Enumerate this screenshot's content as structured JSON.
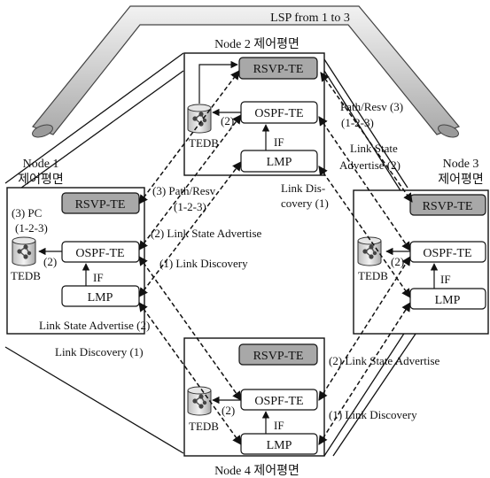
{
  "lsp_label": "LSP from 1 to 3",
  "nodes": {
    "n1": {
      "title_line1": "Node 1",
      "title_line2": "제어평면",
      "rsvp": "RSVP-TE",
      "ospf": "OSPF-TE",
      "lmp": "LMP",
      "tedb": "TEDB",
      "if_label": "IF",
      "num2": "(2)",
      "pc_line1": "(3) PC",
      "pc_line2": "(1-2-3)"
    },
    "n2": {
      "title": "Node 2 제어평면",
      "rsvp": "RSVP-TE",
      "ospf": "OSPF-TE",
      "lmp": "LMP",
      "tedb": "TEDB",
      "if_label": "IF",
      "num2": "(2)"
    },
    "n3": {
      "title_line1": "Node 3",
      "title_line2": "제어평면",
      "rsvp": "RSVP-TE",
      "ospf": "OSPF-TE",
      "lmp": "LMP",
      "tedb": "TEDB",
      "if_label": "IF",
      "num2": "(2)"
    },
    "n4": {
      "title": "Node 4 제어평면",
      "rsvp": "RSVP-TE",
      "ospf": "OSPF-TE",
      "lmp": "LMP",
      "tedb": "TEDB",
      "if_label": "IF",
      "num2": "(2)"
    }
  },
  "annotations": {
    "path_resv_top_1": "Path/Resv (3)",
    "path_resv_top_2": "(1-2-3)",
    "lsa_top_1": "Link State",
    "lsa_top_2": "Advertise (2)",
    "ld_top_1": "Link Dis-",
    "ld_top_2": "covery (1)",
    "path_resv_mid_1": "(3) Path/Resv",
    "path_resv_mid_2": "(1-2-3)",
    "lsa_mid": "(2) Link State Advertise",
    "ld_mid": "(1) Link Discovery",
    "lsa_left": "Link State Advertise (2)",
    "ld_left": "Link Discovery (1)",
    "lsa_right": "(2) Link State Advertise",
    "ld_right": "(1) Link Discovery"
  }
}
